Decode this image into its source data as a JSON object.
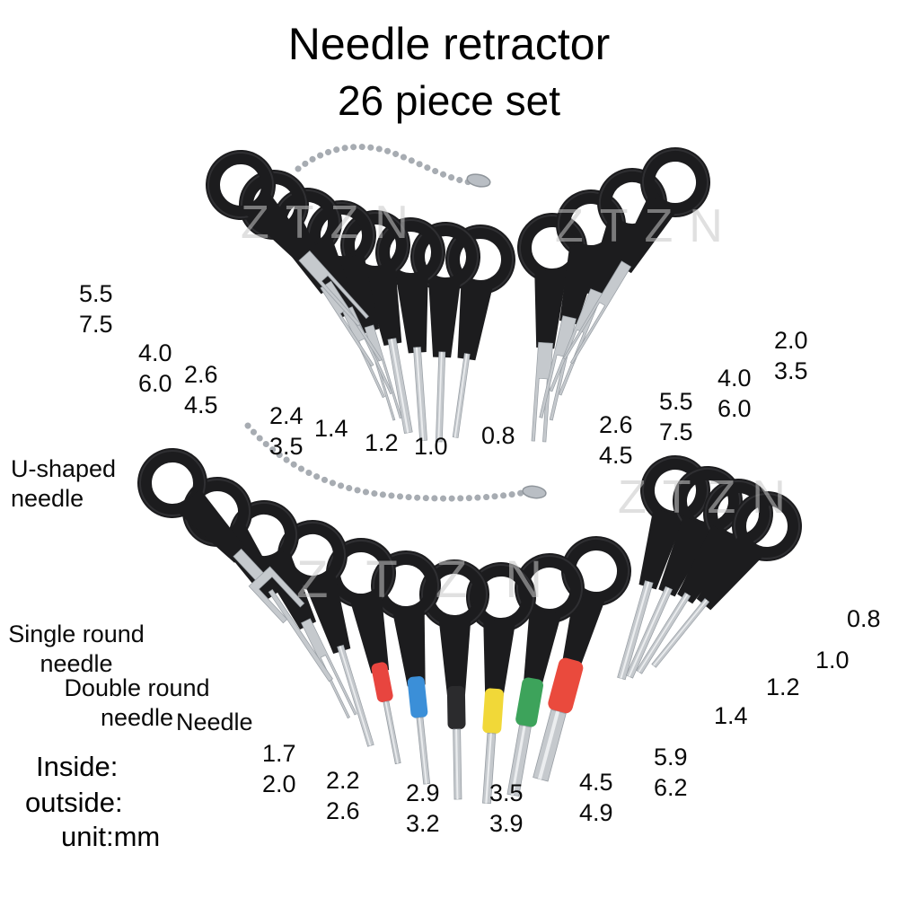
{
  "title": {
    "line1": "Needle retractor",
    "line2": "26 piece set"
  },
  "watermark": {
    "text": "ZTZN"
  },
  "annotations": {
    "u_shaped": "U-shaped\nneedle",
    "single_round": "Single round\nneedle",
    "double_round": "Double round\nneedle",
    "needle": "Needle",
    "inside": "Inside:",
    "outside": "outside:",
    "unit": "unit:mm"
  },
  "groups": {
    "top_left": {
      "sizes": [
        "5.5\n7.5",
        "4.0\n6.0",
        "2.6\n4.5",
        "2.4\n3.5",
        "1.4",
        "1.2",
        "1.0",
        "0.8"
      ]
    },
    "top_right": {
      "sizes": [
        "2.6\n4.5",
        "5.5\n7.5",
        "4.0\n6.0",
        "2.0\n3.5"
      ]
    },
    "bottom_middle": {
      "sizes": [
        "1.7\n2.0",
        "2.2\n2.6",
        "2.9\n3.2",
        "3.5\n3.9",
        "4.5\n4.9",
        "5.9\n6.2"
      ]
    },
    "bottom_right": {
      "sizes": [
        "1.4",
        "1.2",
        "1.0",
        "0.8"
      ]
    }
  },
  "colors": {
    "handle": "#1c1c1e",
    "metal": "#c5c9cd",
    "chain": "#a7acb2",
    "ferrules": [
      "#e8453f",
      "#3b8fd8",
      "#2b2b2d",
      "#f1d838",
      "#3da35b",
      "#ea4a3d"
    ]
  }
}
